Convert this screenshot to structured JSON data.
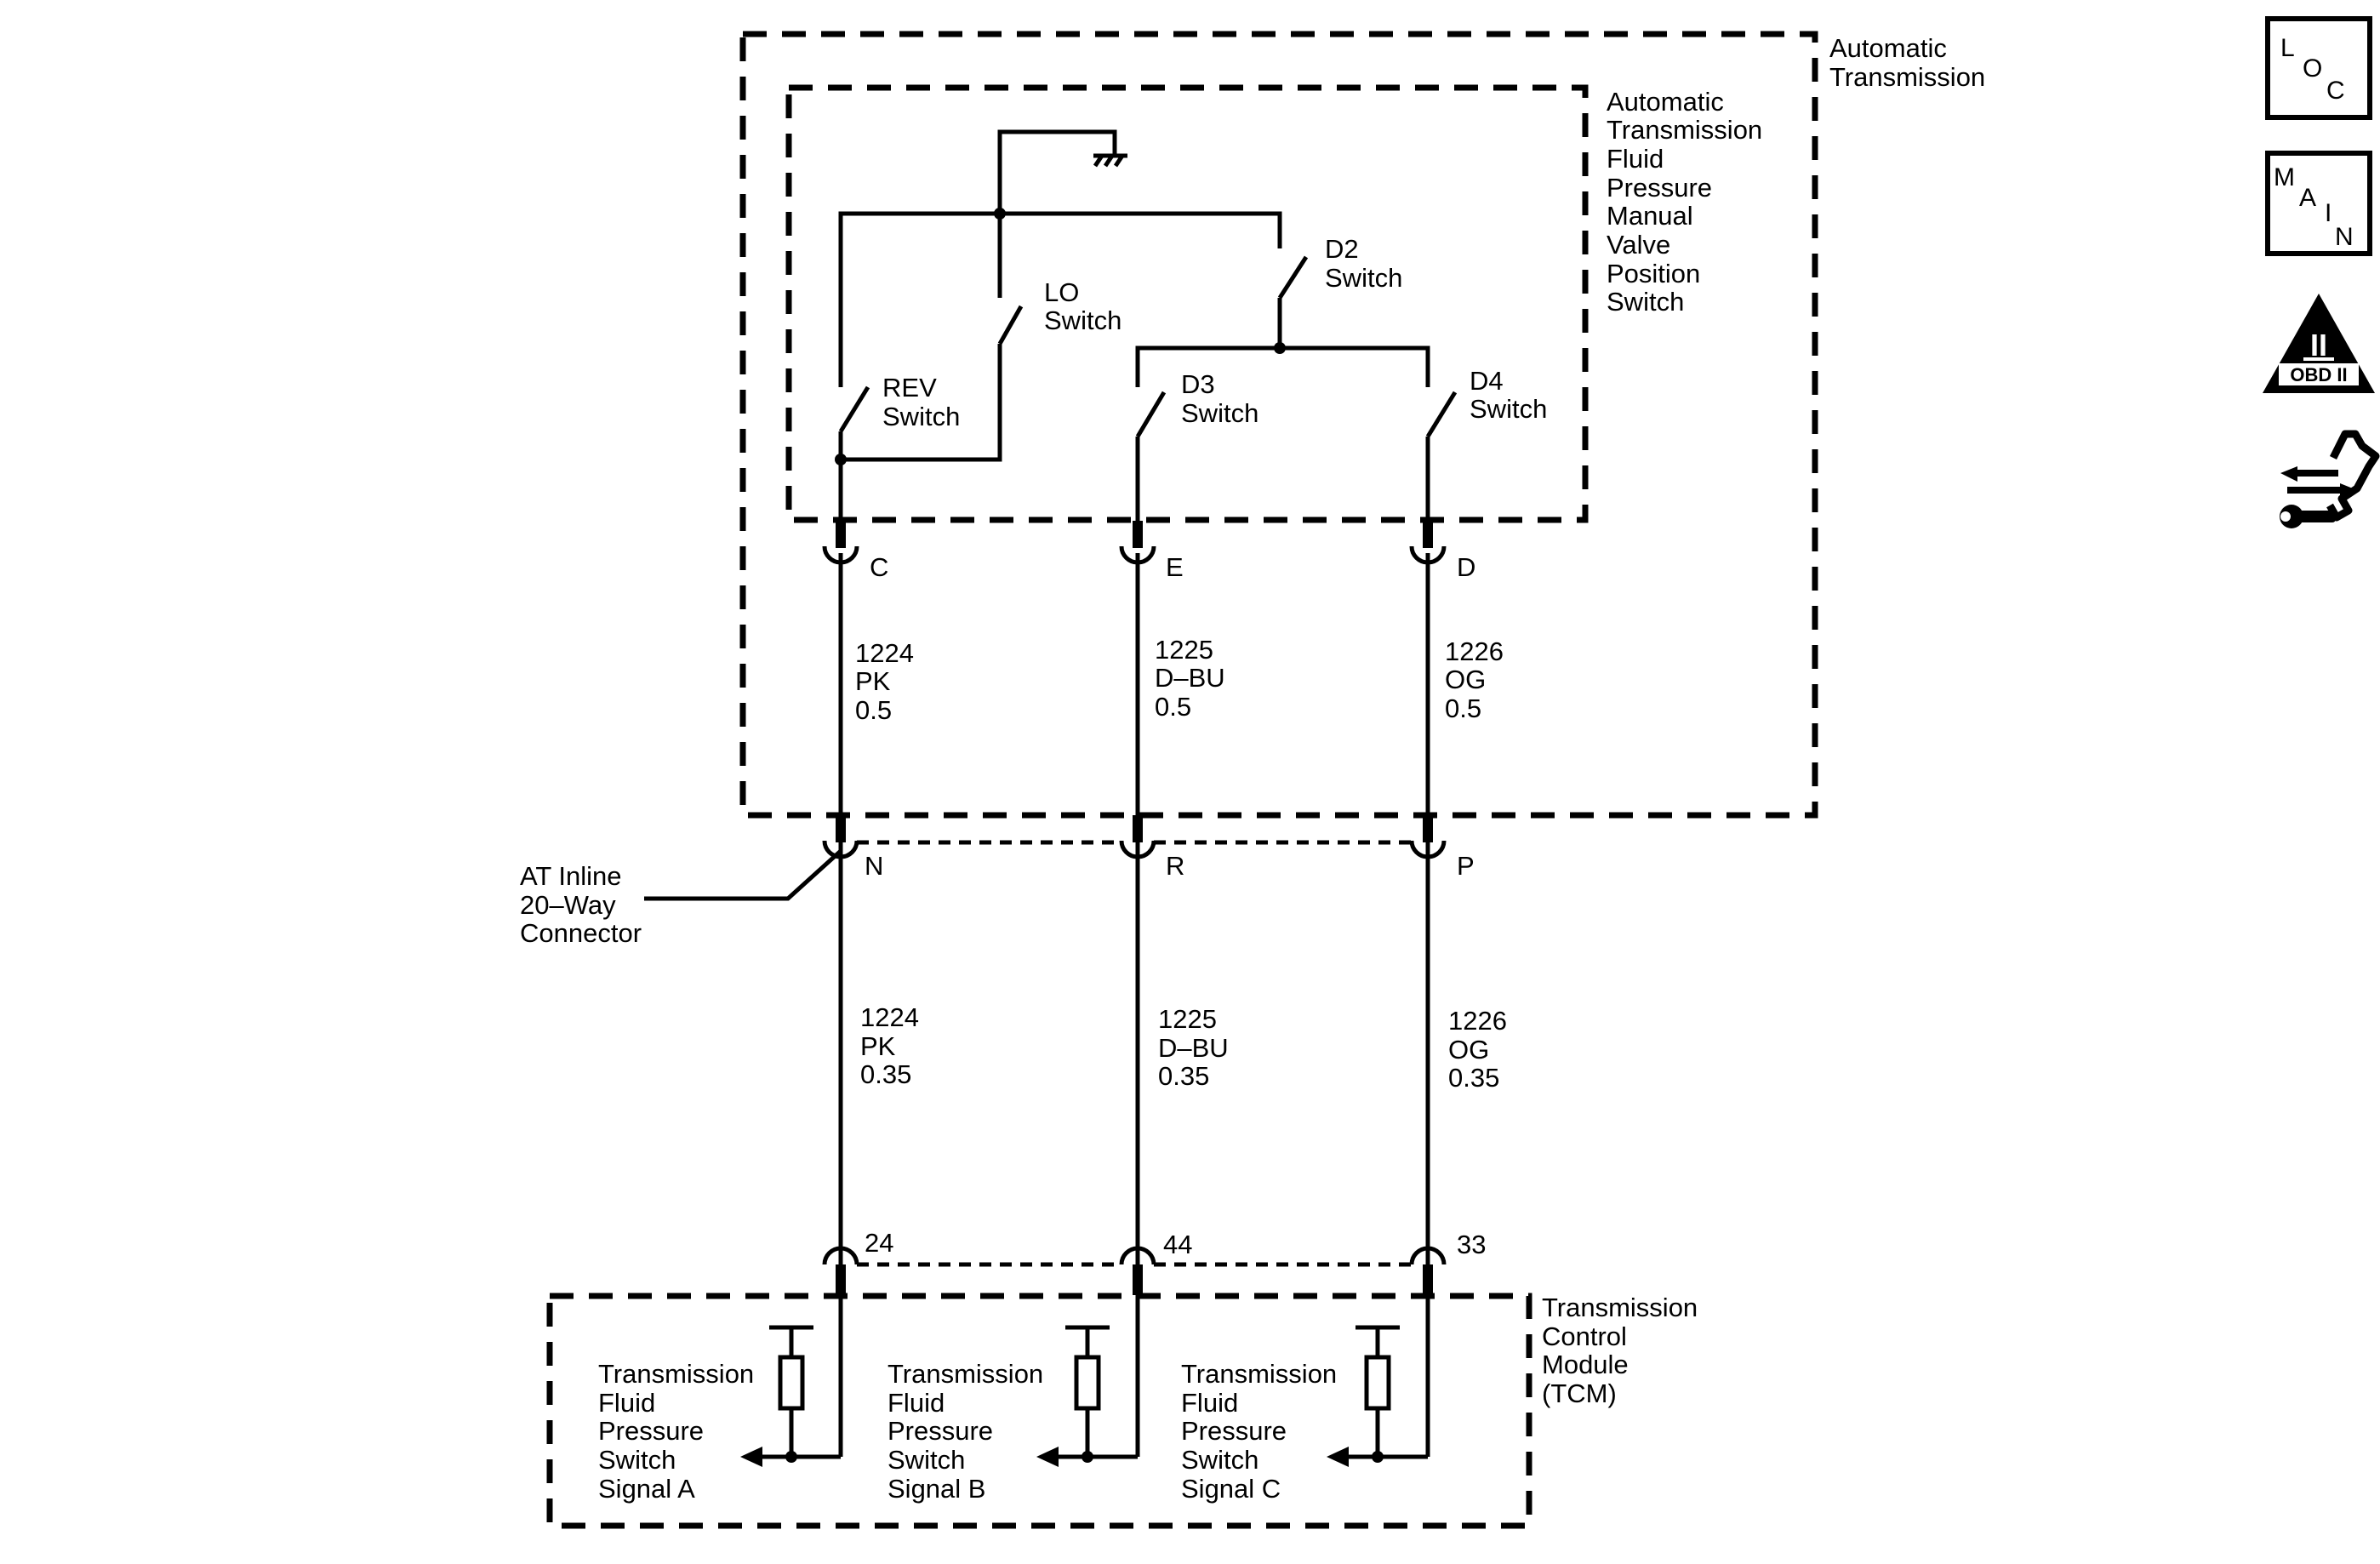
{
  "components": {
    "automatic_transmission": [
      "Automatic",
      "Transmission"
    ],
    "pressure_switch": [
      "Automatic",
      "Transmission",
      "Fluid",
      "Pressure",
      "Manual",
      "Valve",
      "Position",
      "Switch"
    ],
    "tcm": [
      "Transmission",
      "Control",
      "Module",
      "(TCM)"
    ]
  },
  "switches": {
    "rev": [
      "REV",
      "Switch"
    ],
    "lo": [
      "LO",
      "Switch"
    ],
    "d2": [
      "D2",
      "Switch"
    ],
    "d3": [
      "D3",
      "Switch"
    ],
    "d4": [
      "D4",
      "Switch"
    ]
  },
  "connector_label": [
    "AT Inline",
    "20–Way",
    "Connector"
  ],
  "pins_switch": [
    "C",
    "E",
    "D"
  ],
  "pins_inline": [
    "N",
    "R",
    "P"
  ],
  "pins_tcm": [
    "24",
    "44",
    "33"
  ],
  "wires_upper": [
    [
      "1224",
      "PK",
      "0.5"
    ],
    [
      "1225",
      "D–BU",
      "0.5"
    ],
    [
      "1226",
      "OG",
      "0.5"
    ]
  ],
  "wires_lower": [
    [
      "1224",
      "PK",
      "0.35"
    ],
    [
      "1225",
      "D–BU",
      "0.35"
    ],
    [
      "1226",
      "OG",
      "0.35"
    ]
  ],
  "tcm_signals": [
    [
      "Transmission",
      "Fluid",
      "Pressure",
      "Switch",
      "Signal A"
    ],
    [
      "Transmission",
      "Fluid",
      "Pressure",
      "Switch",
      "Signal B"
    ],
    [
      "Transmission",
      "Fluid",
      "Pressure",
      "Switch",
      "Signal C"
    ]
  ],
  "side_icons": {
    "loc": [
      "L",
      "O",
      "C"
    ],
    "main": [
      "M",
      "A",
      "I",
      "N"
    ],
    "obd": [
      "II",
      "OBD II"
    ],
    "nav_icon": "arrows-wrench-icon"
  }
}
